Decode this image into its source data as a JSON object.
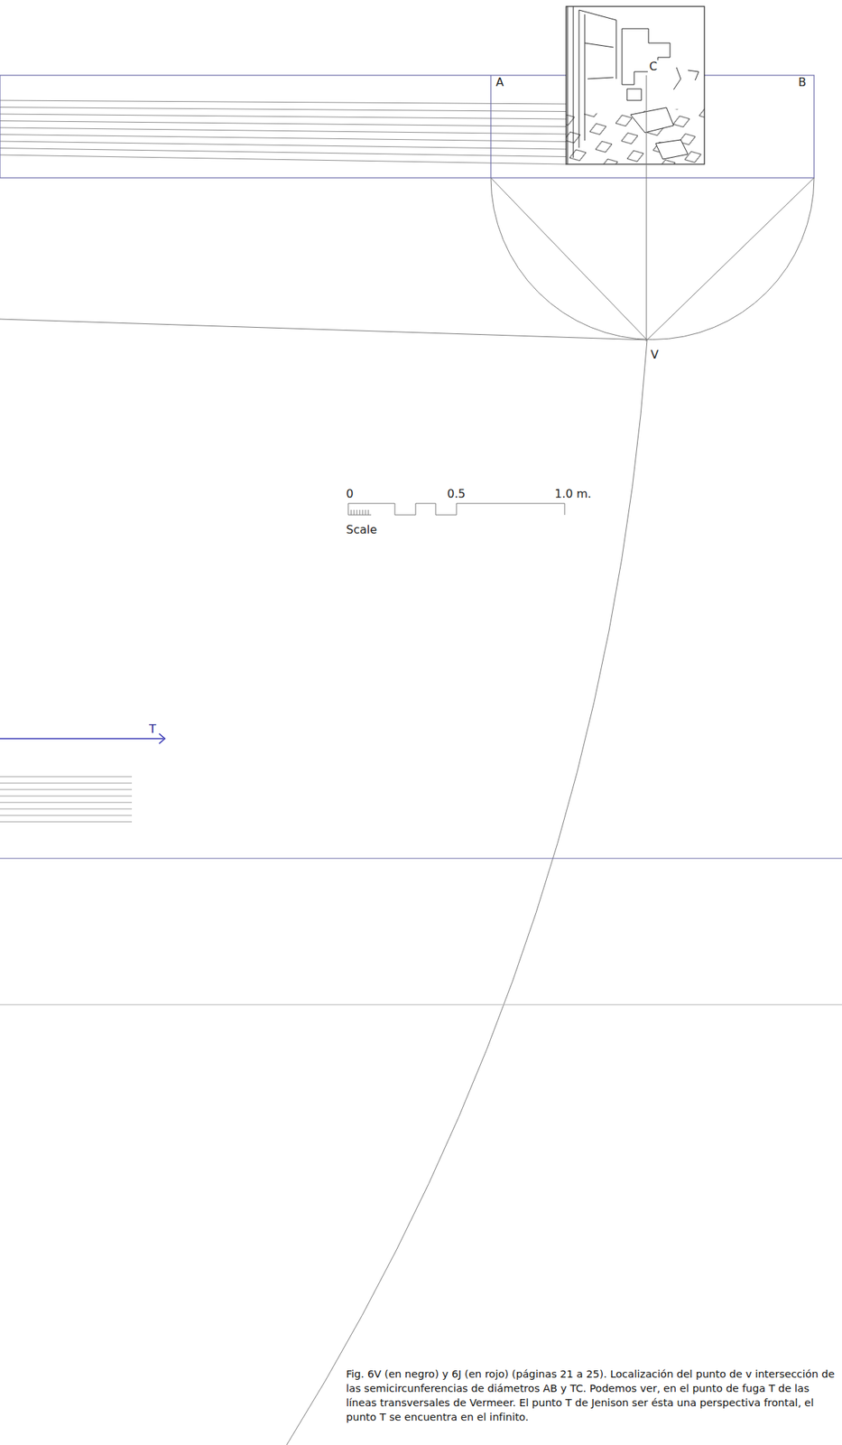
{
  "diagram": {
    "caption": "Fig. 6V (en negro) y 6J (en rojo) (páginas 21 a 25). Localización del punto de v intersección de las semicircunferencias de diámetros AB y TC. Podemos ver, en el punto de fuga T de las líneas transversales de Vermeer. El punto T de Jenison ser ésta una perspectiva frontal, el punto T se encuentra en el infinito.",
    "labels": [
      "A",
      "C",
      "B",
      "V",
      "0",
      "0.5",
      "1.0 m.",
      "Scale",
      "T"
    ]
  }
}
